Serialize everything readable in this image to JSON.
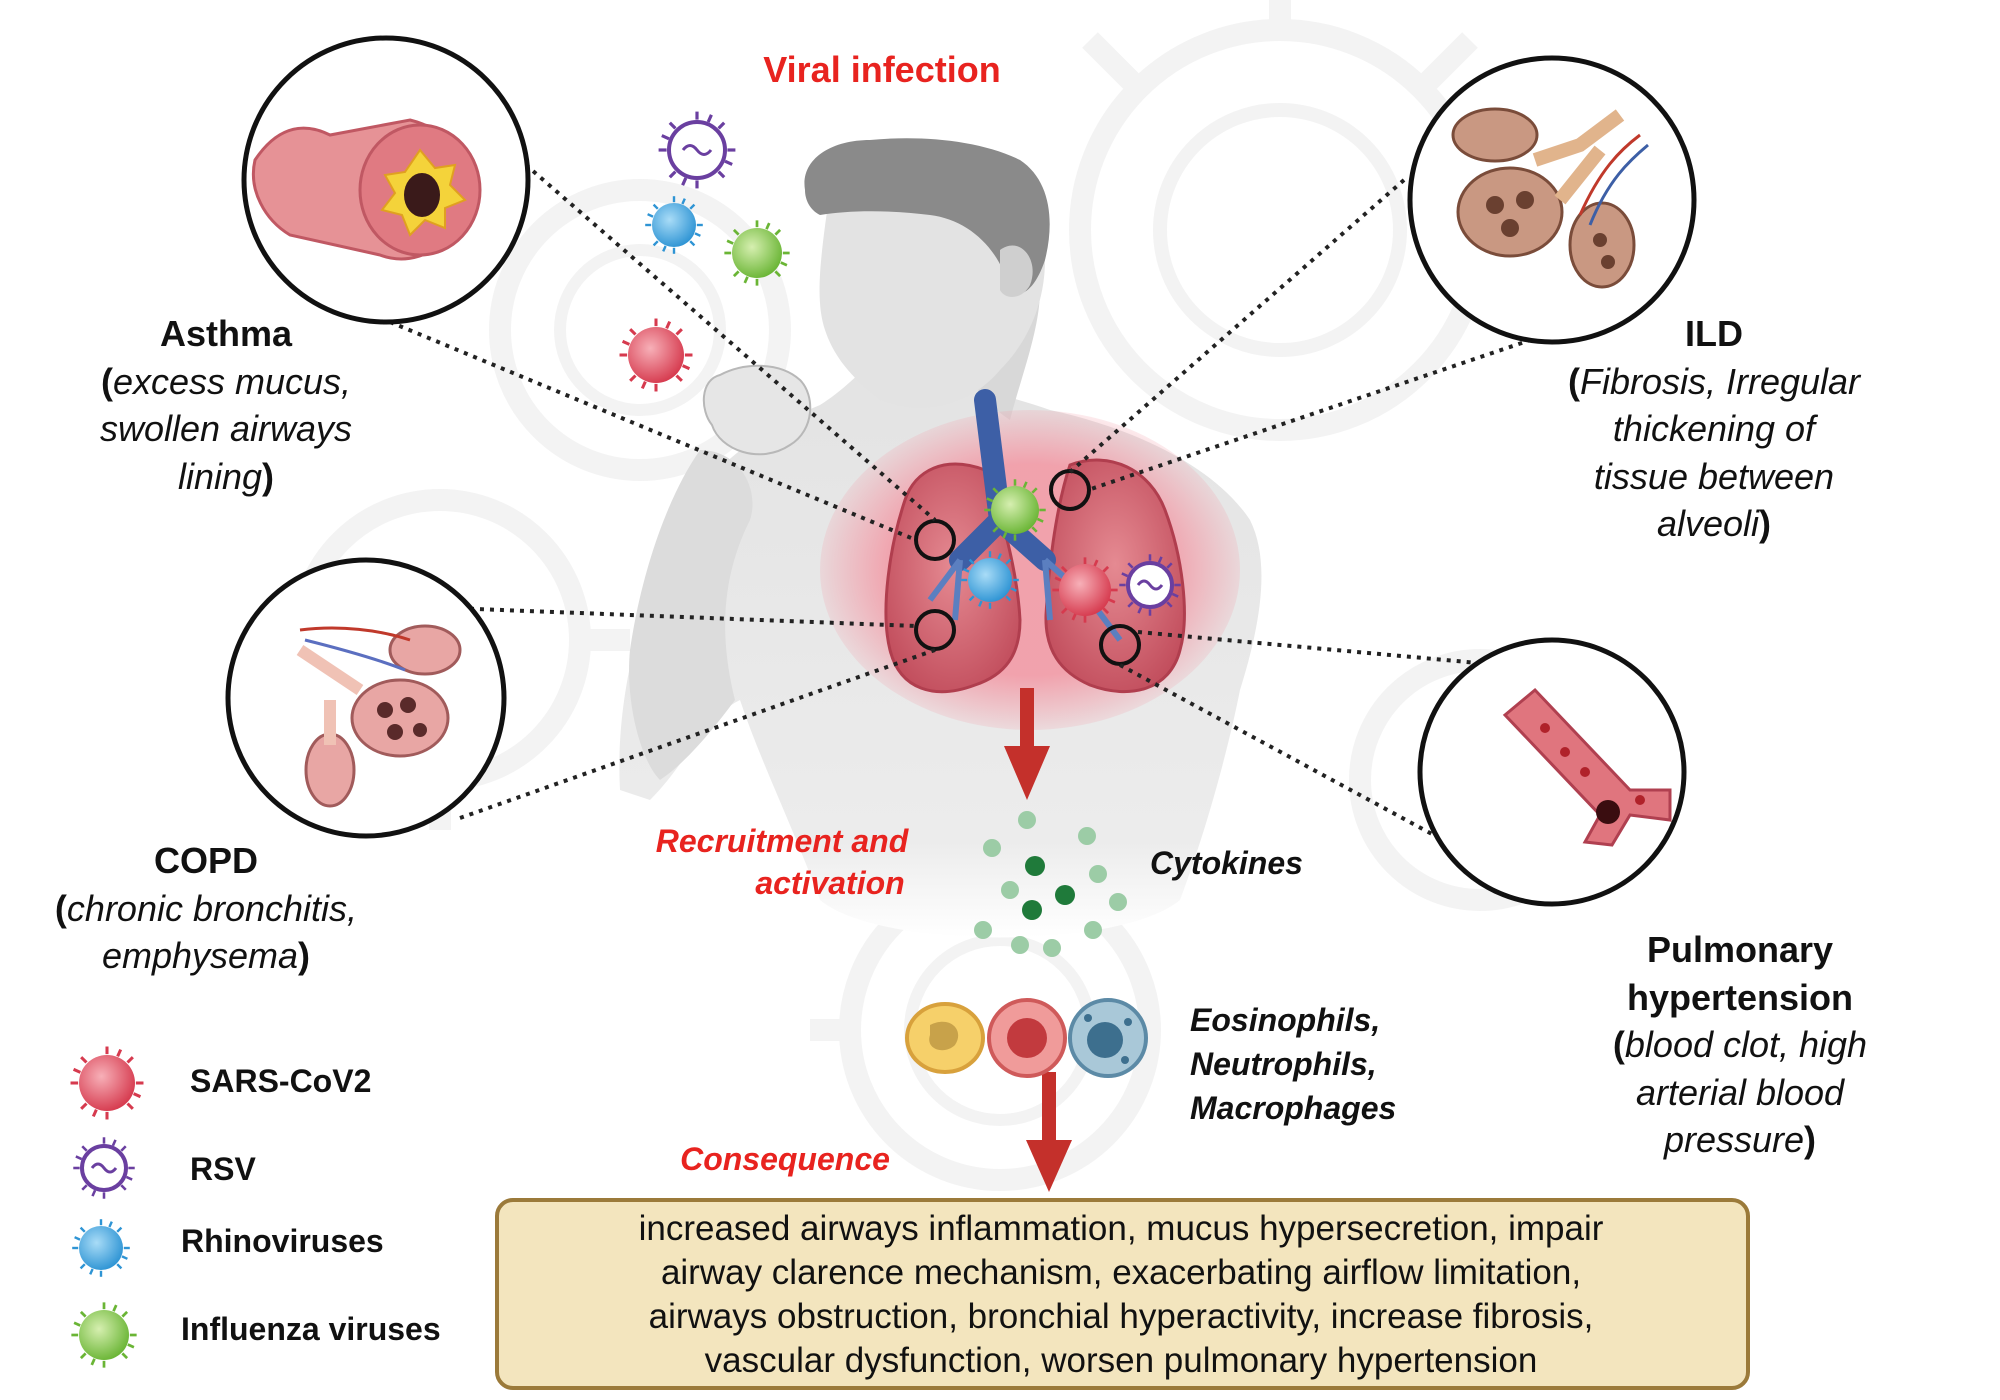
{
  "title": "Viral infection",
  "conditions": {
    "asthma": {
      "name": "Asthma",
      "open": "(",
      "lines": [
        "excess mucus,",
        "swollen airways",
        "lining"
      ],
      "close": ")"
    },
    "ild": {
      "name": "ILD",
      "open": "(",
      "lines": [
        "Fibrosis, Irregular",
        "thickening of",
        "tissue between",
        "alveoli"
      ],
      "close": ")"
    },
    "copd": {
      "name": "COPD",
      "open": "(",
      "lines": [
        "chronic bronchitis,",
        "emphysema"
      ],
      "close": ")"
    },
    "ph": {
      "name_lines": [
        "Pulmonary",
        "hypertension"
      ],
      "open": "(",
      "lines": [
        "blood clot, high",
        "arterial blood",
        "pressure"
      ],
      "close": ")"
    }
  },
  "flow": {
    "recruitment": [
      "Recruitment and",
      "activation"
    ],
    "cytokines": "Cytokines",
    "cells": [
      "Eosinophils,",
      "Neutrophils,",
      "Macrophages"
    ],
    "consequence": "Consequence"
  },
  "consequence_box": [
    "increased airways inflammation, mucus hypersecretion, impair",
    "airway clarence mechanism, exacerbating airflow limitation,",
    "airways obstruction, bronchial hyperactivity, increase  fibrosis,",
    "vascular dysfunction,  worsen pulmonary hypertension"
  ],
  "legend": [
    {
      "label": "SARS-CoV2",
      "icon": "sars-cov2-virus-icon",
      "color": "#e0455a"
    },
    {
      "label": "RSV",
      "icon": "rsv-virus-icon",
      "color": "#6a3fa0"
    },
    {
      "label": "Rhinoviruses",
      "icon": "rhinovirus-icon",
      "color": "#3aa6e0"
    },
    {
      "label": "Influenza viruses",
      "icon": "influenza-virus-icon",
      "color": "#7cc242"
    }
  ],
  "colors": {
    "accent_red": "#e8231f",
    "box_fill": "#f3e5be",
    "box_border": "#9b7a3a",
    "lung": "#d46a74"
  }
}
